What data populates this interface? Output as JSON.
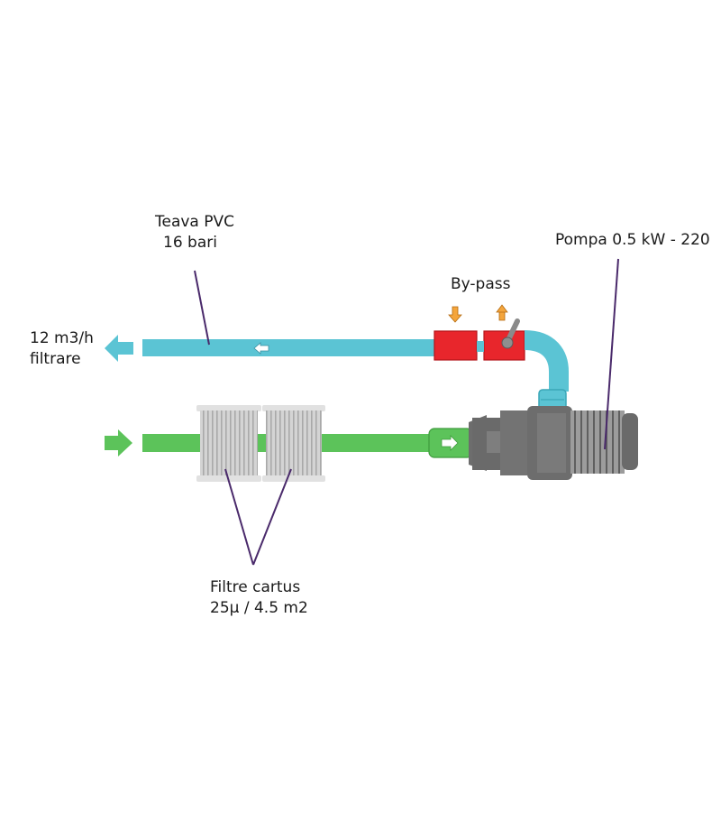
{
  "labels": {
    "pipe": [
      "Teava PVC",
      "16 bari"
    ],
    "pump": "Pompa 0.5 kW - 220",
    "bypass": "By-pass",
    "flow": [
      "12 m3/h",
      "filtrare"
    ],
    "filters": [
      "Filtre cartus",
      "25µ / 4.5 m2"
    ]
  },
  "colors": {
    "outlet_pipe": "#5bc4d4",
    "inlet_pipe": "#5cc35a",
    "bypass_valve": "#e8262c",
    "pump_body": "#6d6d6d",
    "pump_motor": "#9a9a9a",
    "cartridge": "#d2d2d2",
    "pointer_line": "#4a2a6b",
    "valve_arrow": "#f4a53c"
  },
  "icons": {
    "outlet_arrow": "arrow-left-icon",
    "inlet_arrow": "arrow-right-icon",
    "pipe_flow": "arrow-left-icon",
    "pump_flow": "arrow-right-icon",
    "valve_in": "arrow-down-icon",
    "valve_out": "arrow-up-icon"
  }
}
